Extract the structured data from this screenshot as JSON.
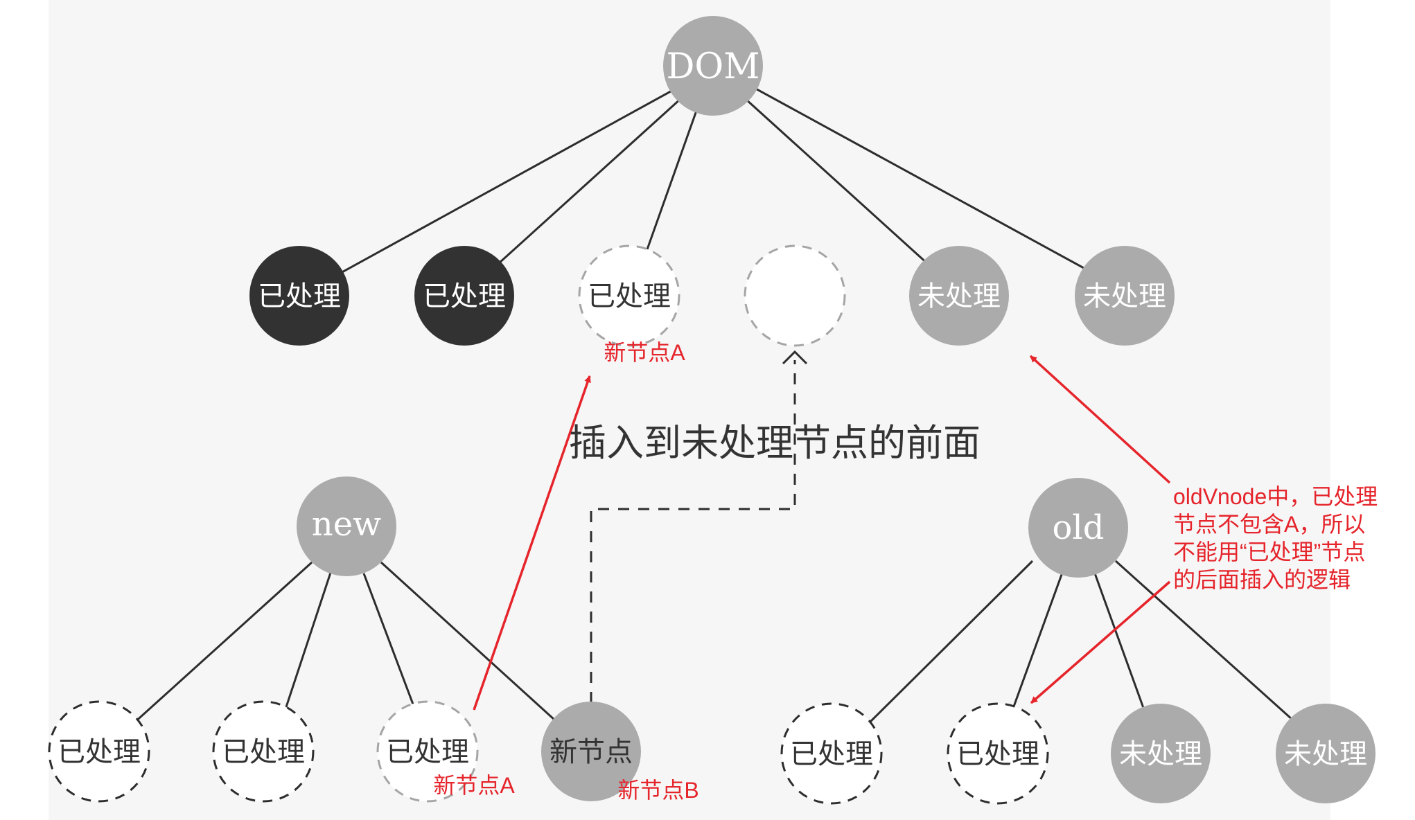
{
  "colors": {
    "background": "#ffffff",
    "panel": "#f6f6f6",
    "dark_node": "#323232",
    "gray_node": "#ababab",
    "dashed_outline": "#2d2d2d",
    "light_dashed_outline": "#a5a5a5",
    "edge": "#2d2d2d",
    "red": "#e5242b",
    "text_dark": "#333333",
    "text_light": "#ffffff"
  },
  "nodes": {
    "dom": "DOM",
    "dom_child_1": "已处理",
    "dom_child_2": "已处理",
    "dom_child_3": "已处理",
    "dom_child_4": "",
    "dom_child_5": "未处理",
    "dom_child_6": "未处理",
    "new": "new",
    "new_child_1": "已处理",
    "new_child_2": "已处理",
    "new_child_3": "已处理",
    "new_child_4": "新节点",
    "old": "old",
    "old_child_1": "已处理",
    "old_child_2": "已处理",
    "old_child_3": "未处理",
    "old_child_4": "未处理"
  },
  "labels": {
    "insert_caption": "插入到未处理节点的前面",
    "new_node_a_top": "新节点A",
    "new_node_a_bottom": "新节点A",
    "new_node_b": "新节点B",
    "note": [
      "oldVnode中，已处理",
      "节点不包含A，所以",
      "不能用“已处理”节点",
      "的后面插入的逻辑"
    ]
  }
}
